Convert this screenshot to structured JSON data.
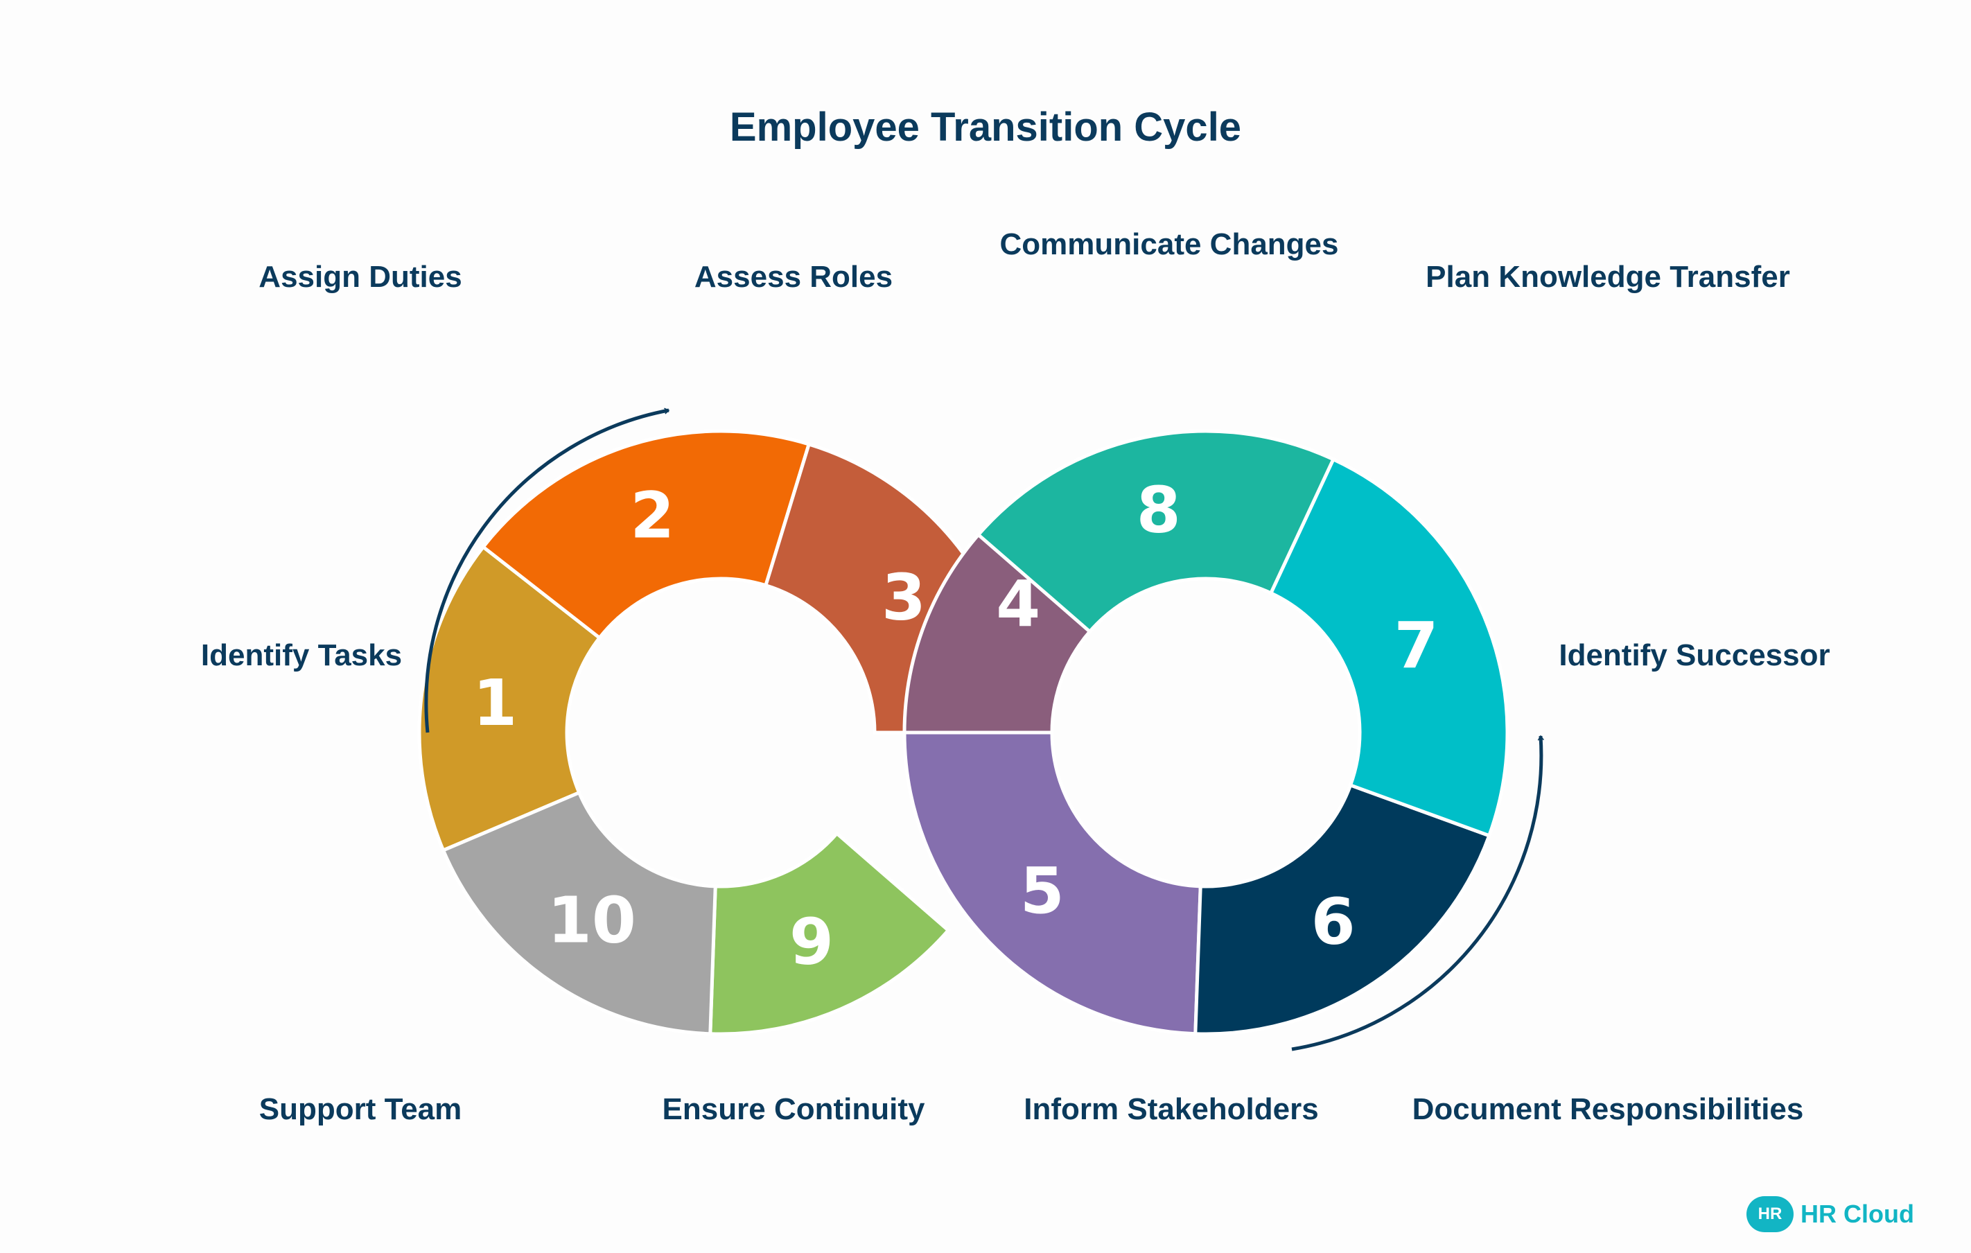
{
  "title": "Employee Transition Cycle",
  "segments": [
    {
      "number": "1",
      "label": "Identify Tasks",
      "color": "#d09a28"
    },
    {
      "number": "2",
      "label": "Assign Duties",
      "color": "#f26a05"
    },
    {
      "number": "3",
      "label": "Assess Roles",
      "color": "#c45d3a"
    },
    {
      "number": "4",
      "label": "Inform Stakeholders",
      "color": "#8a5e7c"
    },
    {
      "number": "5",
      "label": "Document Responsibilities",
      "color": "#856fae"
    },
    {
      "number": "6",
      "label": "Identify Successor",
      "color": "#003a5c"
    },
    {
      "number": "7",
      "label": "Plan Knowledge Transfer",
      "color": "#00bfc8"
    },
    {
      "number": "8",
      "label": "Communicate Changes",
      "color": "#1cb6a0"
    },
    {
      "number": "9",
      "label": "Ensure Continuity",
      "color": "#8ec45e"
    },
    {
      "number": "10",
      "label": "Support Team",
      "color": "#a5a5a5"
    }
  ],
  "logo": {
    "badge": "HR",
    "text": "HR Cloud"
  }
}
